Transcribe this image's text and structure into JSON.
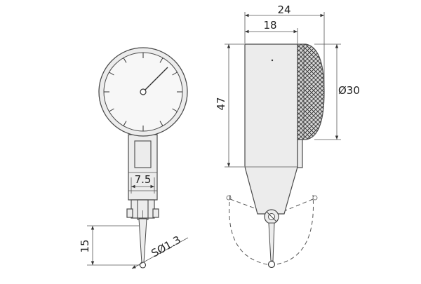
{
  "drawing": {
    "front_view": {
      "dim_width": "7.5",
      "dim_height": "15",
      "dim_ball": "SØ1.3"
    },
    "side_view": {
      "dim_total_width": "24",
      "dim_body_width": "18",
      "dim_height": "47",
      "dim_dial_diameter": "Ø30"
    }
  }
}
